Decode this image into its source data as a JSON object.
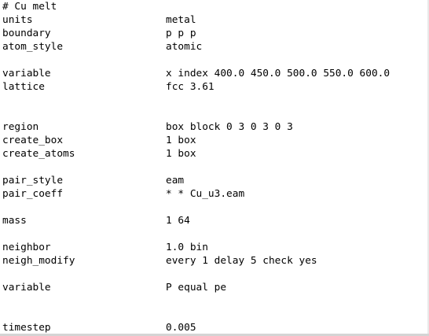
{
  "file": {
    "lines": [
      {
        "key": "# Cu melt",
        "value": ""
      },
      {
        "key": "units",
        "value": "metal"
      },
      {
        "key": "boundary",
        "value": "p p p"
      },
      {
        "key": "atom_style",
        "value": "atomic"
      },
      {
        "key": "",
        "value": ""
      },
      {
        "key": "variable",
        "value": "x index 400.0 450.0 500.0 550.0 600.0"
      },
      {
        "key": "lattice",
        "value": "fcc 3.61"
      },
      {
        "key": "",
        "value": ""
      },
      {
        "key": "",
        "value": ""
      },
      {
        "key": "region",
        "value": "box block 0 3 0 3 0 3"
      },
      {
        "key": "create_box",
        "value": "1 box"
      },
      {
        "key": "create_atoms",
        "value": "1 box"
      },
      {
        "key": "",
        "value": ""
      },
      {
        "key": "pair_style",
        "value": "eam"
      },
      {
        "key": "pair_coeff",
        "value": "* * Cu_u3.eam"
      },
      {
        "key": "",
        "value": ""
      },
      {
        "key": "mass",
        "value": "1 64"
      },
      {
        "key": "",
        "value": ""
      },
      {
        "key": "neighbor",
        "value": "1.0 bin"
      },
      {
        "key": "neigh_modify",
        "value": "every 1 delay 5 check yes"
      },
      {
        "key": "",
        "value": ""
      },
      {
        "key": "variable",
        "value": "P equal pe"
      },
      {
        "key": "",
        "value": ""
      },
      {
        "key": "",
        "value": ""
      },
      {
        "key": "timestep",
        "value": "0.005"
      }
    ]
  }
}
